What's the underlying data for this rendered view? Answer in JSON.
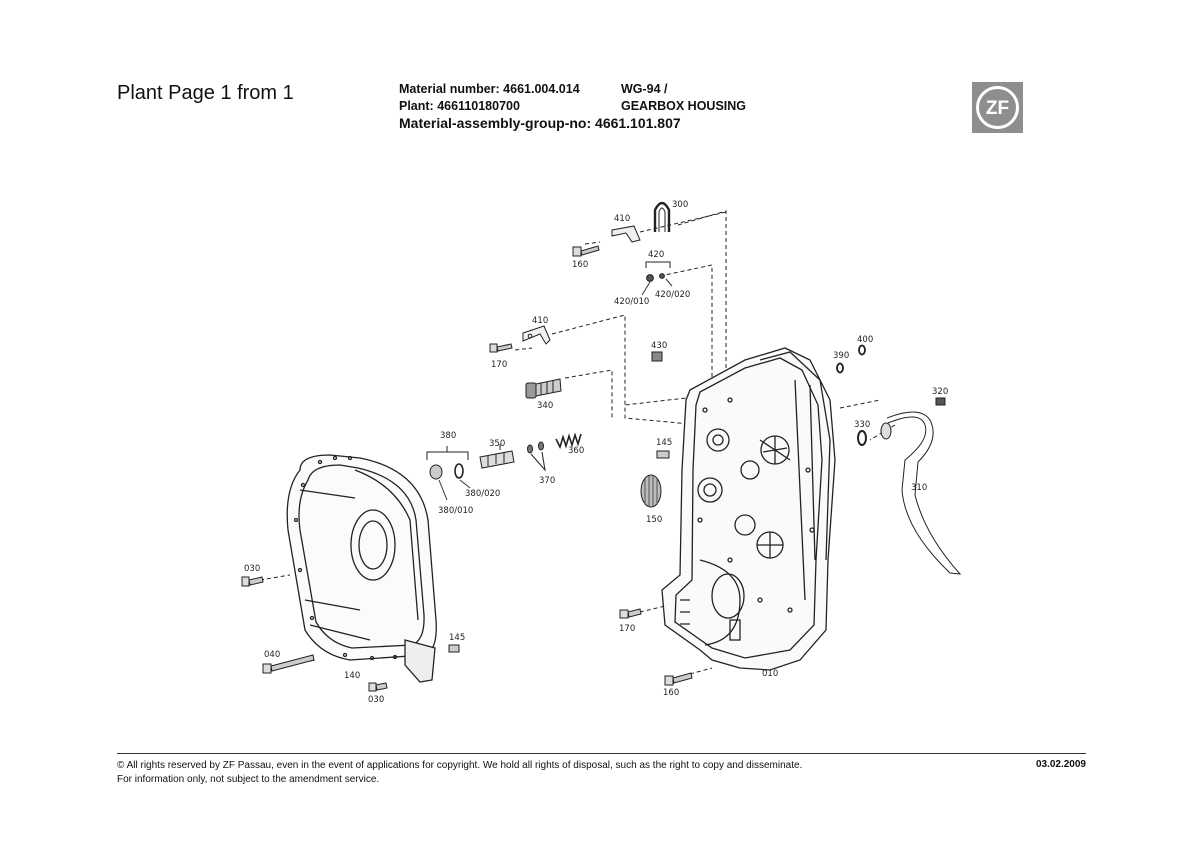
{
  "header": {
    "plant_page": "Plant Page 1 from 1",
    "material_number": "Material number: 4661.004.014",
    "plant": "Plant: 466110180700",
    "assembly_group": "Material-assembly-group-no: 4661.101.807",
    "model": "WG-94 /",
    "description": "GEARBOX HOUSING",
    "logo_text": "ZF"
  },
  "callouts": {
    "c300": "300",
    "c410_top": "410",
    "c160_top": "160",
    "c420": "420",
    "c420_010": "420/010",
    "c420_020": "420/020",
    "c410_mid": "410",
    "c170_top": "170",
    "c430": "430",
    "c340": "340",
    "c400": "400",
    "c390": "390",
    "c320": "320",
    "c330": "330",
    "c310": "310",
    "c380": "380",
    "c380_010": "380/010",
    "c380_020": "380/020",
    "c350": "350",
    "c360": "360",
    "c370": "370",
    "c145_mid": "145",
    "c150": "150",
    "c030_left": "030",
    "c040": "040",
    "c140": "140",
    "c145_low": "145",
    "c030_low": "030",
    "c170_low": "170",
    "c160_low": "160",
    "c010": "010"
  },
  "footer": {
    "copyright": "© All rights reserved by ZF Passau, even in the event of applications for copyright. We hold all rights of disposal, such as the right to copy and disseminate.",
    "notice": "For information only, not subject to the amendment service.",
    "date": "03.02.2009"
  }
}
